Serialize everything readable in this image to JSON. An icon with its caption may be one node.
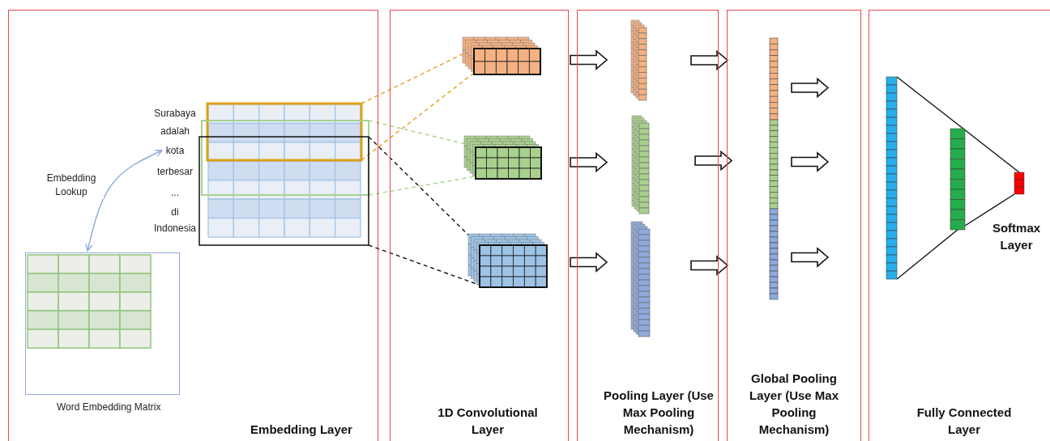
{
  "diagram": {
    "nodes": [
      {
        "text": [
          "Embedding Layer"
        ]
      },
      {
        "text": [
          "1D Convolutional Layer"
        ]
      },
      {
        "text": [
          "Pooling Layer (Use Max Pooling Mechanism)"
        ]
      },
      {
        "text": [
          "Global Pooling Layer (Use Max Pooling Mechanism)"
        ]
      },
      {
        "text": [
          "Fully Connected Layer"
        ]
      },
      {
        "text": [
          "Word Embedding Matrix"
        ],
        "in": 0
      },
      {
        "text": [
          "Surabaya",
          "adalah",
          "kota",
          "terbesar",
          "...",
          "di",
          "Indonesia"
        ],
        "in": 0
      },
      {
        "text": [],
        "shape": "box",
        "in": 6
      },
      {
        "text": [],
        "shape": "box",
        "in": 6
      },
      {
        "text": [],
        "shape": "box",
        "in": 6
      },
      {
        "text": [],
        "shape": "box",
        "in": 1
      },
      {
        "text": [],
        "shape": "box",
        "in": 1
      },
      {
        "text": [],
        "shape": "box",
        "in": 1
      },
      {
        "text": [],
        "shape": "bar",
        "in": 2
      },
      {
        "text": [],
        "shape": "bar",
        "in": 2
      },
      {
        "text": [],
        "shape": "bar",
        "in": 2
      },
      {
        "text": [],
        "shape": "bar",
        "in": 3
      },
      {
        "text": [],
        "shape": "bar",
        "in": 3
      },
      {
        "text": [],
        "shape": "bar",
        "in": 3
      },
      {
        "text": [],
        "shape": "bar",
        "in": 4
      },
      {
        "text": [],
        "shape": "bar",
        "in": 4
      },
      {
        "text": [],
        "shape": "bar",
        "in": 4,
        "beside": [
          "Softmax Layer"
        ]
      }
    ],
    "edges": [
      {
        "from": 5,
        "to": 6,
        "arrow": "both",
        "label": "Embedding Lookup",
        "color": "#8faadc"
      },
      {
        "from": 7,
        "to": 10,
        "arrow": "none",
        "style": "dashed",
        "color": "#e6a118"
      },
      {
        "from": 7,
        "to": 10,
        "arrow": "none",
        "style": "dashed",
        "color": "#e6a118"
      },
      {
        "from": 8,
        "to": 11,
        "arrow": "none",
        "style": "dashed",
        "color": "#a9d18e"
      },
      {
        "from": 8,
        "to": 11,
        "arrow": "none",
        "style": "dashed",
        "color": "#a9d18e"
      },
      {
        "from": 9,
        "to": 12,
        "arrow": "none",
        "style": "dashed"
      },
      {
        "from": 9,
        "to": 12,
        "arrow": "none",
        "style": "dashed"
      },
      {
        "from": 10,
        "to": 13,
        "arrow": "to",
        "style": "thick"
      },
      {
        "from": 11,
        "to": 14,
        "arrow": "to",
        "style": "thick"
      },
      {
        "from": 12,
        "to": 15,
        "arrow": "to",
        "style": "thick"
      },
      {
        "from": 13,
        "to": 16,
        "arrow": "to",
        "style": "thick"
      },
      {
        "from": 14,
        "to": 17,
        "arrow": "to",
        "style": "thick"
      },
      {
        "from": 15,
        "to": 18,
        "arrow": "to",
        "style": "thick"
      },
      {
        "from": 16,
        "to": null,
        "arrow": "to",
        "style": "thick"
      },
      {
        "from": 17,
        "to": null,
        "arrow": "to",
        "style": "thick"
      },
      {
        "from": 18,
        "to": null,
        "arrow": "to",
        "style": "thick"
      },
      {
        "from": 19,
        "to": 21,
        "arrow": "none"
      },
      {
        "from": 19,
        "to": 20,
        "arrow": "none"
      },
      {
        "from": 20,
        "to": 21,
        "arrow": "none"
      }
    ]
  }
}
